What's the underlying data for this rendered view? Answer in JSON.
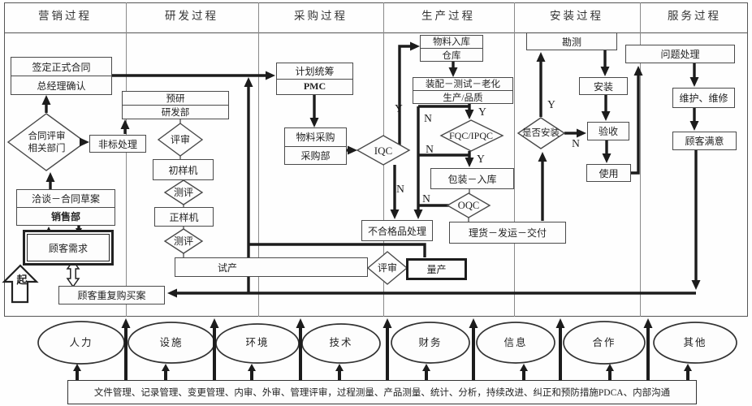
{
  "header": {
    "columns": [
      "营销过程",
      "研发过程",
      "采购过程",
      "生产过程",
      "安装过程",
      "服务过程"
    ]
  },
  "decision": {
    "yes": "Y",
    "no": "N"
  },
  "marketing": {
    "sign_contract_line1": "签定正式合同",
    "sign_contract_line2": "总经理确认",
    "contract_review_line1": "合同评审",
    "contract_review_line2": "相关部门",
    "nonstandard": "非标处理",
    "negotiation_line1": "洽谈－合同草案",
    "negotiation_line2": "销售部",
    "customer_needs": "顾客需求",
    "repeat_purchase": "顾客重复购买案",
    "start": "起"
  },
  "rnd": {
    "preresearch_line1": "预研",
    "preresearch_line2": "研发部",
    "review": "评审",
    "first_prototype": "初样机",
    "test1": "测评",
    "final_prototype": "正样机",
    "test2": "测评",
    "trial_production": "试产"
  },
  "procurement": {
    "planning_line1": "计划统筹",
    "planning_line2": "PMC",
    "purchasing_line1": "物料采购",
    "purchasing_line2": "采购部",
    "iqc": "IQC",
    "review": "评审",
    "mass_production": "量产"
  },
  "production": {
    "material_in_line1": "物料入库",
    "material_in_line2": "仓库",
    "assembly_line1": "装配－测试－老化",
    "assembly_line2": "生产/品质",
    "fqc": "FQC/IPQC",
    "packing": "包装－入库",
    "oqc": "OQC",
    "defective": "不合格品处理",
    "shipping": "理货－发运－交付"
  },
  "installation": {
    "survey": "勘测",
    "install": "安装",
    "acceptance": "验收",
    "usage": "使用",
    "install_decision": "是否安装"
  },
  "service": {
    "problem_handling": "问题处理",
    "maintenance": "维护、维修",
    "satisfaction": "顾客满意"
  },
  "resources": {
    "items": [
      "人力",
      "设施",
      "环境",
      "技术",
      "财务",
      "信息",
      "合作",
      "其他"
    ]
  },
  "support_bar": {
    "text": "文件管理、记录管理、变更管理、内审、外审、管理评审，过程测量、产品测量、统计、分析，持续改进、纠正和预防措施PDCA、内部沟通"
  },
  "colors": {
    "line": "#1c1c1c",
    "shape_border": "#4a4a4a",
    "background": "#ffffff"
  }
}
